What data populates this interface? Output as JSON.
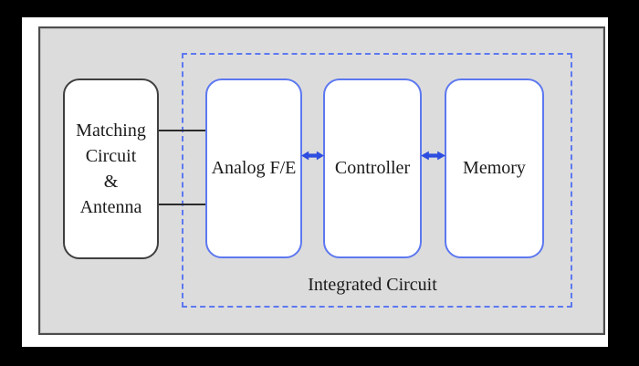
{
  "figure": {
    "type": "block-diagram",
    "antenna_block": {
      "lines": [
        "Matching",
        "Circuit",
        "&",
        "Antenna"
      ]
    },
    "blocks": [
      {
        "label": "Analog F/E"
      },
      {
        "label": "Controller"
      },
      {
        "label": "Memory"
      }
    ],
    "ic_label": "Integrated Circuit",
    "connections": [
      {
        "from": "Matching Circuit & Antenna",
        "to": "Analog F/E",
        "style": "two-parallel-lines"
      },
      {
        "from": "Analog F/E",
        "to": "Controller",
        "style": "bidirectional-arrow"
      },
      {
        "from": "Controller",
        "to": "Memory",
        "style": "bidirectional-arrow"
      }
    ],
    "colors": {
      "frame_black": "#000000",
      "margin_white": "#ffffff",
      "panel_gray": "#dcdcdc",
      "panel_border": "#4d4d4d",
      "antenna_box_border": "#3f3f3f",
      "block_border_blue": "#5d78f0",
      "dashed_boundary_blue": "#5d78f0",
      "arrow_blue": "#2d4ee0",
      "wire_black": "#2b2b2b",
      "text": "#1a1a1a"
    }
  }
}
